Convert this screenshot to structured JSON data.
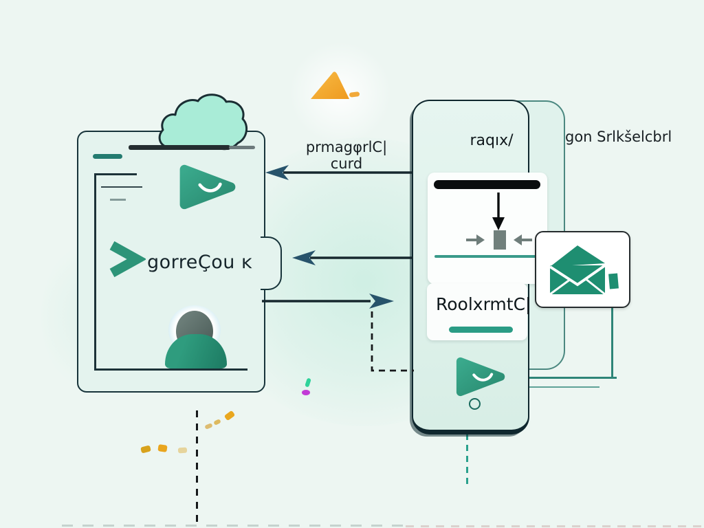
{
  "labels": {
    "cloud_flow": "prmagφrlC| curd",
    "top_right": "gon Srlkšelcbrl"
  },
  "left_card": {
    "title": "gorreÇou ĸ"
  },
  "phone": {
    "header": "raqıx/",
    "body_label": "RoolxrmtC|"
  },
  "icons": {
    "cloud": "cloud-icon",
    "play": "play-icon",
    "chevron": "chevron-right-icon",
    "avatar": "user-avatar-icon",
    "mountain": "mountain-icon",
    "mail": "mail-icon",
    "download": "download-arrow-icon",
    "transfer": "transfer-arrows-icon",
    "record": "record-circle-icon"
  },
  "colors": {
    "accent_green": "#2e9478",
    "teal_line": "#2e8578",
    "arrow_head": "#27536b",
    "ink": "#16282e",
    "mint_fill": "#e4f3ee",
    "cloud_mint": "#a9ecd7",
    "orange": "#f0a63a",
    "card_white": "#ffffff"
  }
}
